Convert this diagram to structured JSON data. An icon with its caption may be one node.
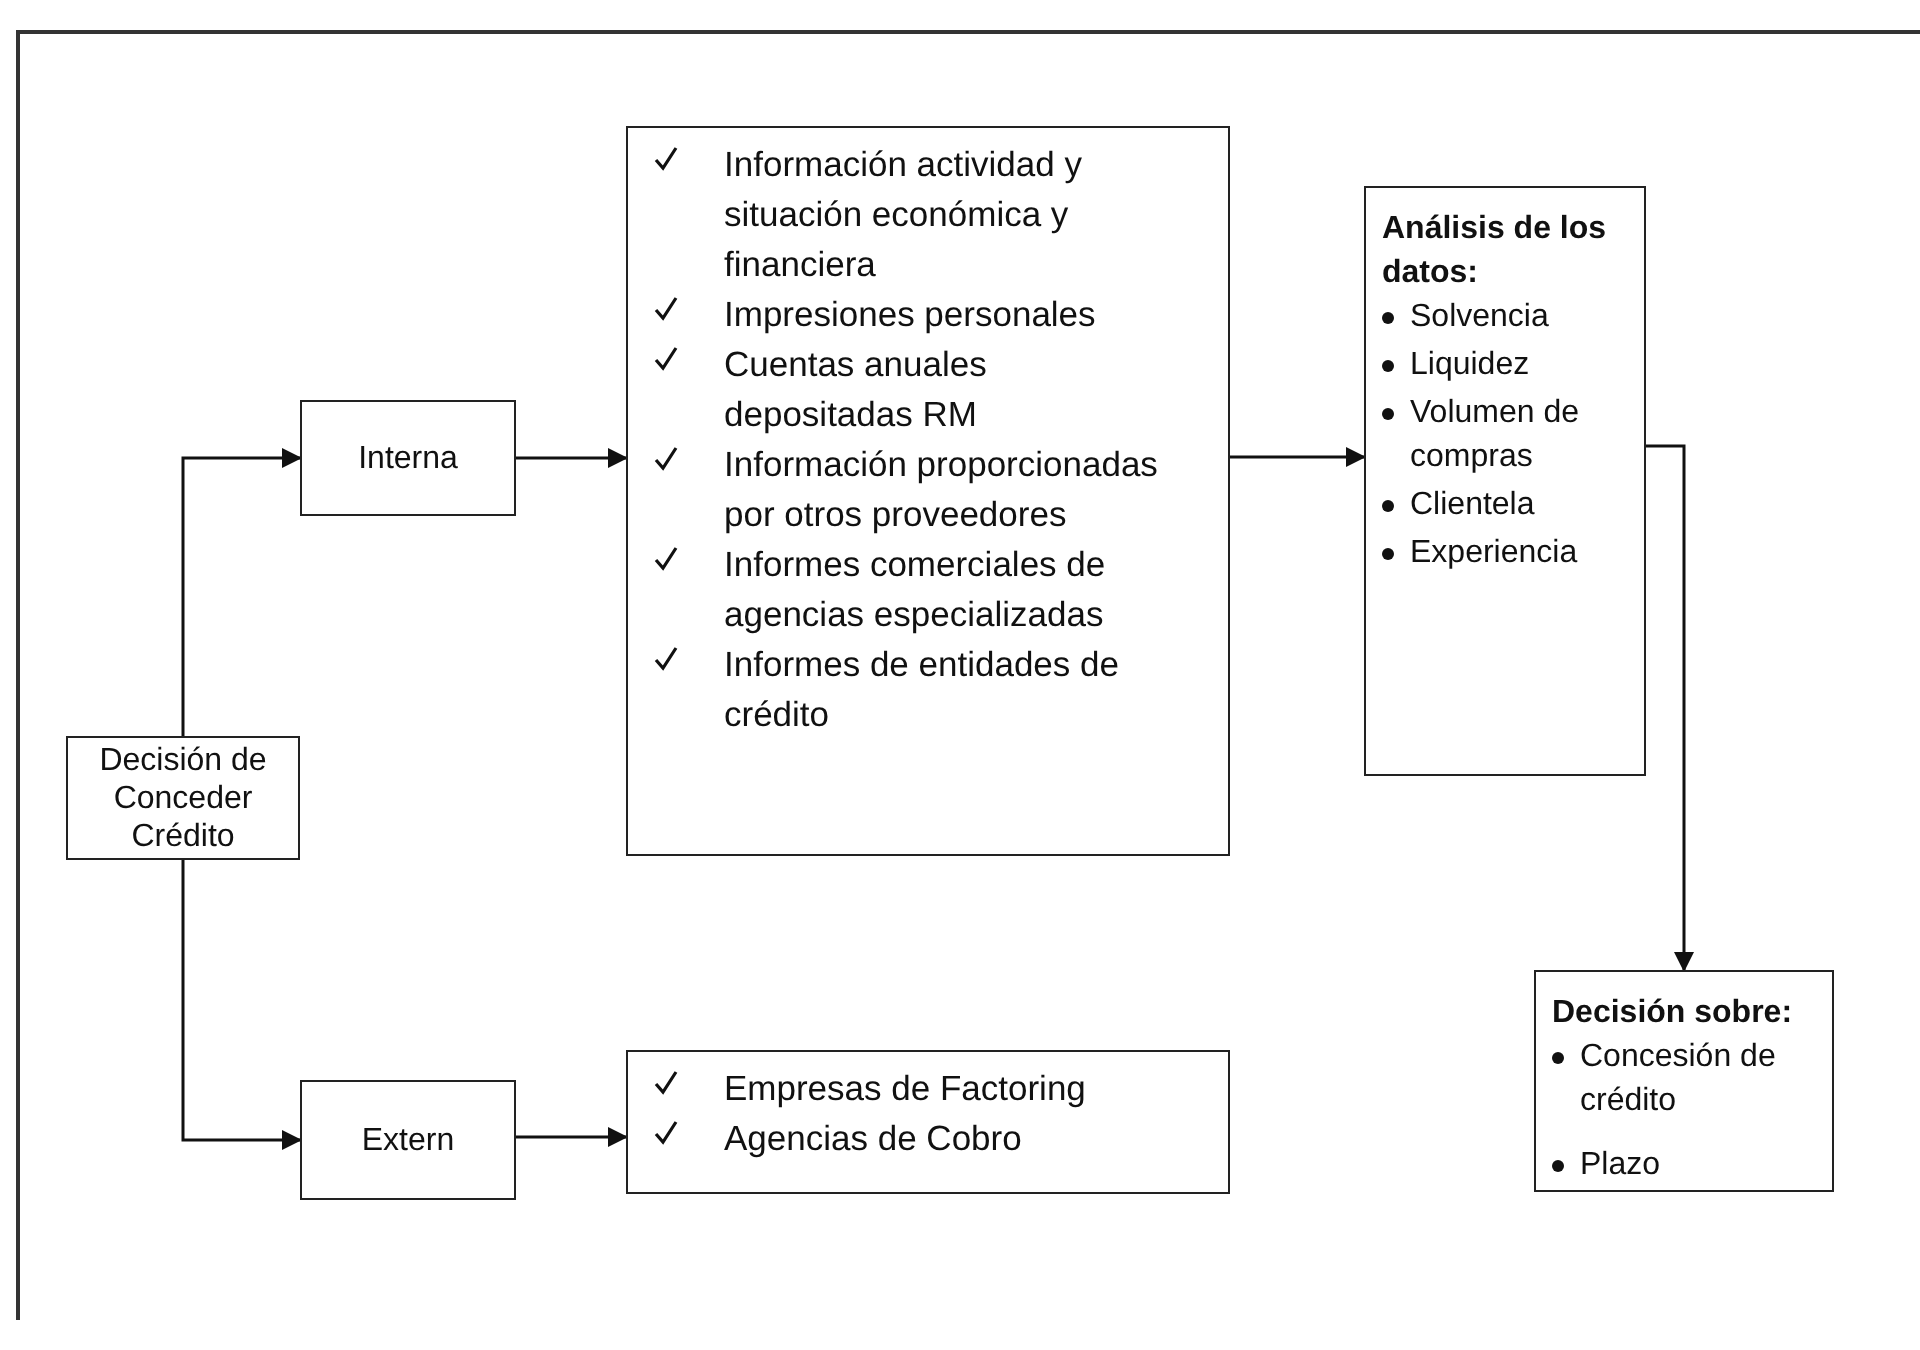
{
  "diagram": {
    "nodes": [
      {
        "text": [
          "Decisión de Conceder Crédito"
        ]
      },
      {
        "text": [
          "Interna"
        ]
      },
      {
        "text": [
          "Información actividad y situación económica y financiera",
          "Impresiones personales",
          "Cuentas anuales depositadas RM",
          "Información proporcionadas por otros proveedores",
          "Informes comerciales de agencias especializadas",
          "Informes de entidades de crédito"
        ]
      },
      {
        "text": [
          "Análisis de los datos:",
          "Solvencia",
          "Liquidez",
          "Volumen de compras",
          "Clientela",
          "Experiencia"
        ]
      },
      {
        "text": [
          "Decisión sobre:",
          "Concesión de crédito",
          "Plazo"
        ]
      },
      {
        "text": [
          "Extern"
        ]
      },
      {
        "text": [
          "Empresas de Factoring",
          "Agencias de Cobro"
        ]
      }
    ],
    "edges": [
      {
        "from": 0,
        "to": 1,
        "arrow": "to"
      },
      {
        "from": 0,
        "to": 5,
        "arrow": "to"
      },
      {
        "from": 1,
        "to": 2,
        "arrow": "to"
      },
      {
        "from": 5,
        "to": 6,
        "arrow": "to"
      },
      {
        "from": 2,
        "to": 3,
        "arrow": "to"
      },
      {
        "from": 3,
        "to": 4,
        "arrow": "to"
      }
    ]
  }
}
